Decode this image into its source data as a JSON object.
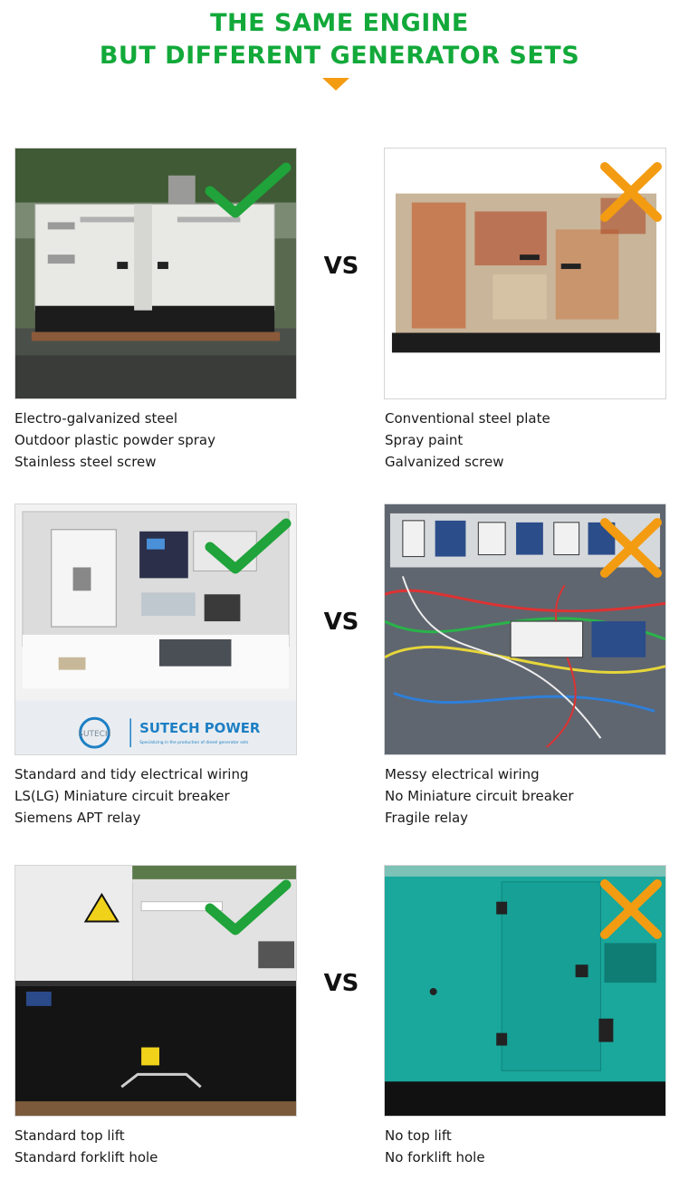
{
  "header": {
    "title_line1": "THE SAME ENGINE",
    "title_line2": "BUT DIFFERENT GENERATOR SETS"
  },
  "colors": {
    "title_green": "#12a93a",
    "check_green": "#1fa33a",
    "cross_orange": "#f39c12",
    "arrow_orange": "#f39c12",
    "teal_canopy": "#1aa79c"
  },
  "vs_label": "VS",
  "comparisons": [
    {
      "good": {
        "image": "white-generator-canopy",
        "mark_icon": "green-check-icon",
        "features": [
          "Electro-galvanized steel",
          "Outdoor plastic powder spray",
          "Stainless steel screw"
        ]
      },
      "bad": {
        "image": "rusty-generator-canopy",
        "mark_icon": "orange-cross-icon",
        "features": [
          "Conventional steel plate",
          "Spray paint",
          "Galvanized screw"
        ]
      }
    },
    {
      "good": {
        "image": "tidy-control-panel",
        "mark_icon": "green-check-icon",
        "logo_text": "SUTECH POWER",
        "logo_tagline": "Specializing in the production of diesel generator sets",
        "logo_mark_text": "SUTECH",
        "features": [
          "Standard and tidy electrical wiring",
          "LS(LG) Miniature circuit breaker",
          "Siemens APT relay"
        ]
      },
      "bad": {
        "image": "messy-wiring-panel",
        "mark_icon": "orange-cross-icon",
        "features": [
          "Messy electrical wiring",
          "No Miniature circuit breaker",
          "Fragile relay"
        ]
      }
    },
    {
      "good": {
        "image": "generator-top-lift-base",
        "mark_icon": "green-check-icon",
        "features": [
          "Standard top lift",
          "Standard forklift hole"
        ]
      },
      "bad": {
        "image": "teal-generator-canopy",
        "mark_icon": "orange-cross-icon",
        "features": [
          "No top lift",
          "No forklift hole"
        ]
      }
    }
  ]
}
